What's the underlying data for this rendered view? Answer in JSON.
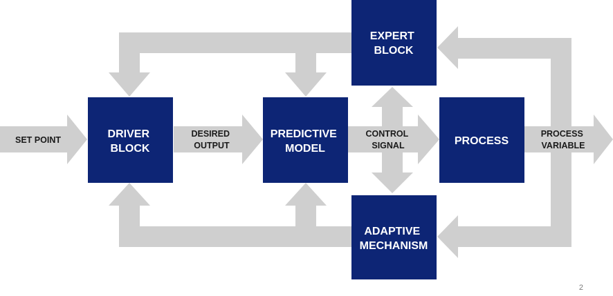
{
  "colors": {
    "block_fill": "#0d2575",
    "arrow_fill": "#cfcfcf",
    "block_text": "#ffffff",
    "arrow_text": "#1a1a1a",
    "page_number": "#7a7a7a"
  },
  "blocks": {
    "expert": [
      "EXPERT",
      "BLOCK"
    ],
    "driver": [
      "DRIVER",
      "BLOCK"
    ],
    "predictive": [
      "PREDICTIVE",
      "MODEL"
    ],
    "process": [
      "PROCESS"
    ],
    "adaptive": [
      "ADAPTIVE",
      "MECHANISM"
    ]
  },
  "arrow_labels": {
    "set_point": "SET POINT",
    "desired_output": [
      "DESIRED",
      "OUTPUT"
    ],
    "control_signal": [
      "CONTROL",
      "SIGNAL"
    ],
    "process_variable": [
      "PROCESS",
      "VARIABLE"
    ]
  },
  "page_number": "2"
}
